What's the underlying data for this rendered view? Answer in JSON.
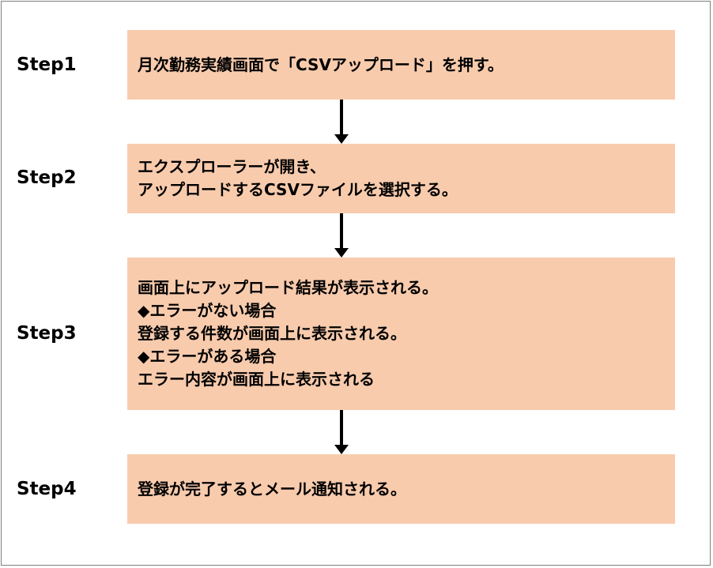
{
  "colors": {
    "box_fill": "#f8cbad",
    "frame_border": "#7f7f7f",
    "arrow": "#000000"
  },
  "steps": [
    {
      "label": "Step1",
      "lines": [
        "月次勤務実績画面で「CSVアップロード」を押す。"
      ]
    },
    {
      "label": "Step2",
      "lines": [
        "エクスプローラーが開き、",
        "アップロードするCSVファイルを選択する。"
      ]
    },
    {
      "label": "Step3",
      "lines": [
        "画面上にアップロード結果が表示される。",
        "◆エラーがない場合",
        "登録する件数が画面上に表示される。",
        "◆エラーがある場合",
        "エラー内容が画面上に表示される"
      ]
    },
    {
      "label": "Step4",
      "lines": [
        "登録が完了するとメール通知される。"
      ]
    }
  ]
}
